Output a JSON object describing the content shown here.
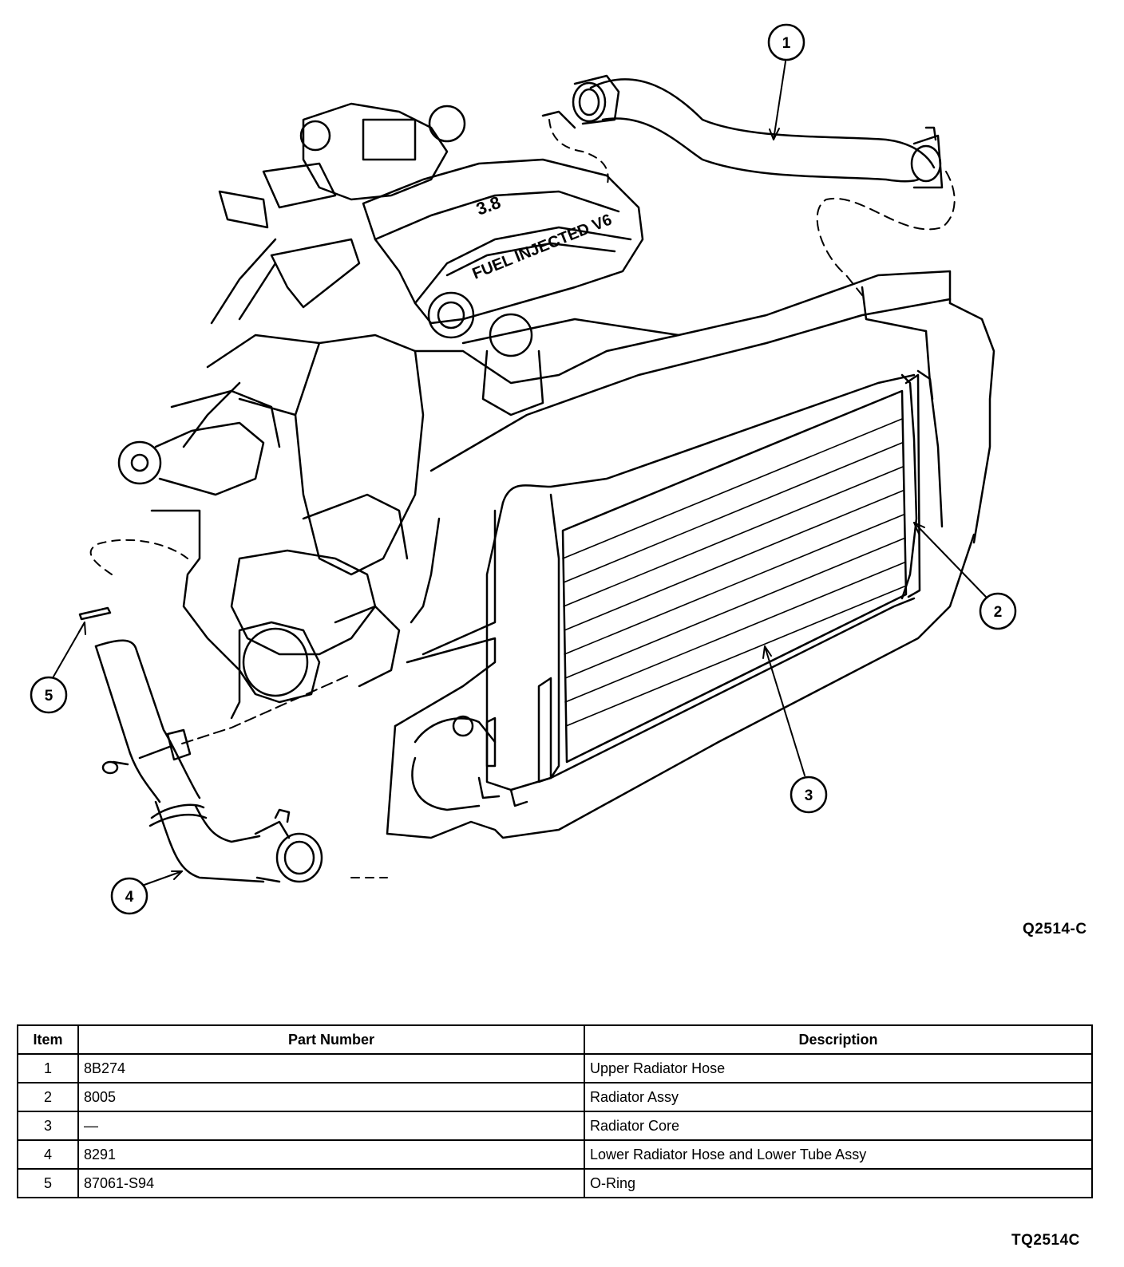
{
  "figure": {
    "code": "Q2514-C",
    "engine_text": "FUEL INJECTED V6",
    "engine_size_text": "3.8",
    "callouts": [
      {
        "number": "1",
        "part": "upper-radiator-hose"
      },
      {
        "number": "2",
        "part": "radiator-assy"
      },
      {
        "number": "3",
        "part": "radiator-core"
      },
      {
        "number": "4",
        "part": "lower-radiator-hose"
      },
      {
        "number": "5",
        "part": "o-ring"
      }
    ]
  },
  "table": {
    "code": "TQ2514C",
    "headers": {
      "item": "Item",
      "part_number": "Part Number",
      "description": "Description"
    },
    "rows": [
      {
        "item": "1",
        "part_number": "8B274",
        "description": "Upper Radiator Hose"
      },
      {
        "item": "2",
        "part_number": "8005",
        "description": "Radiator Assy"
      },
      {
        "item": "3",
        "part_number": "—",
        "description": "Radiator Core"
      },
      {
        "item": "4",
        "part_number": "8291",
        "description": "Lower Radiator Hose and Lower Tube Assy"
      },
      {
        "item": "5",
        "part_number": "87061-S94",
        "description": "O-Ring"
      }
    ]
  }
}
